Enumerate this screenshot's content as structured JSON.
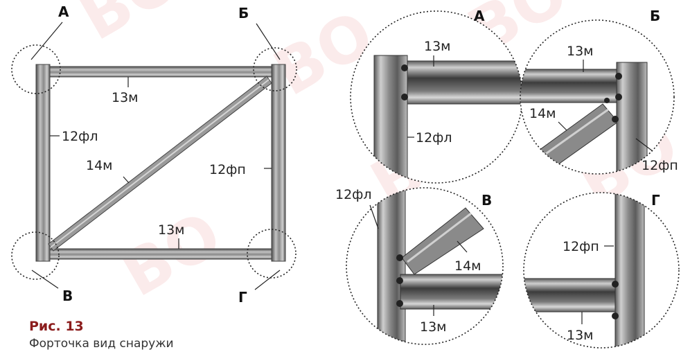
{
  "figure": {
    "title": "Рис. 13",
    "subtitle": "Форточка вид снаружи"
  },
  "overview": {
    "corner_labels": [
      "А",
      "Б",
      "В",
      "Г"
    ],
    "part_labels": {
      "top_rail": "13м",
      "left_stile": "12фл",
      "right_stile": "12фп",
      "diagonal": "14м",
      "bottom_rail": "13м"
    }
  },
  "details": [
    {
      "corner": "А",
      "labels": {
        "rail": "13м",
        "stile": "12фл"
      }
    },
    {
      "corner": "Б",
      "labels": {
        "rail": "13м",
        "diagonal": "14м",
        "stile": "12фп"
      }
    },
    {
      "corner": "В",
      "labels": {
        "stile": "12фл",
        "diagonal": "14м",
        "rail": "13м"
      }
    },
    {
      "corner": "Г",
      "labels": {
        "stile": "12фп",
        "rail": "13м"
      }
    }
  ],
  "colors": {
    "profile_dark": "#5c5c5c",
    "profile_light": "#b8b8b8",
    "watermark": "#e26a6a"
  }
}
